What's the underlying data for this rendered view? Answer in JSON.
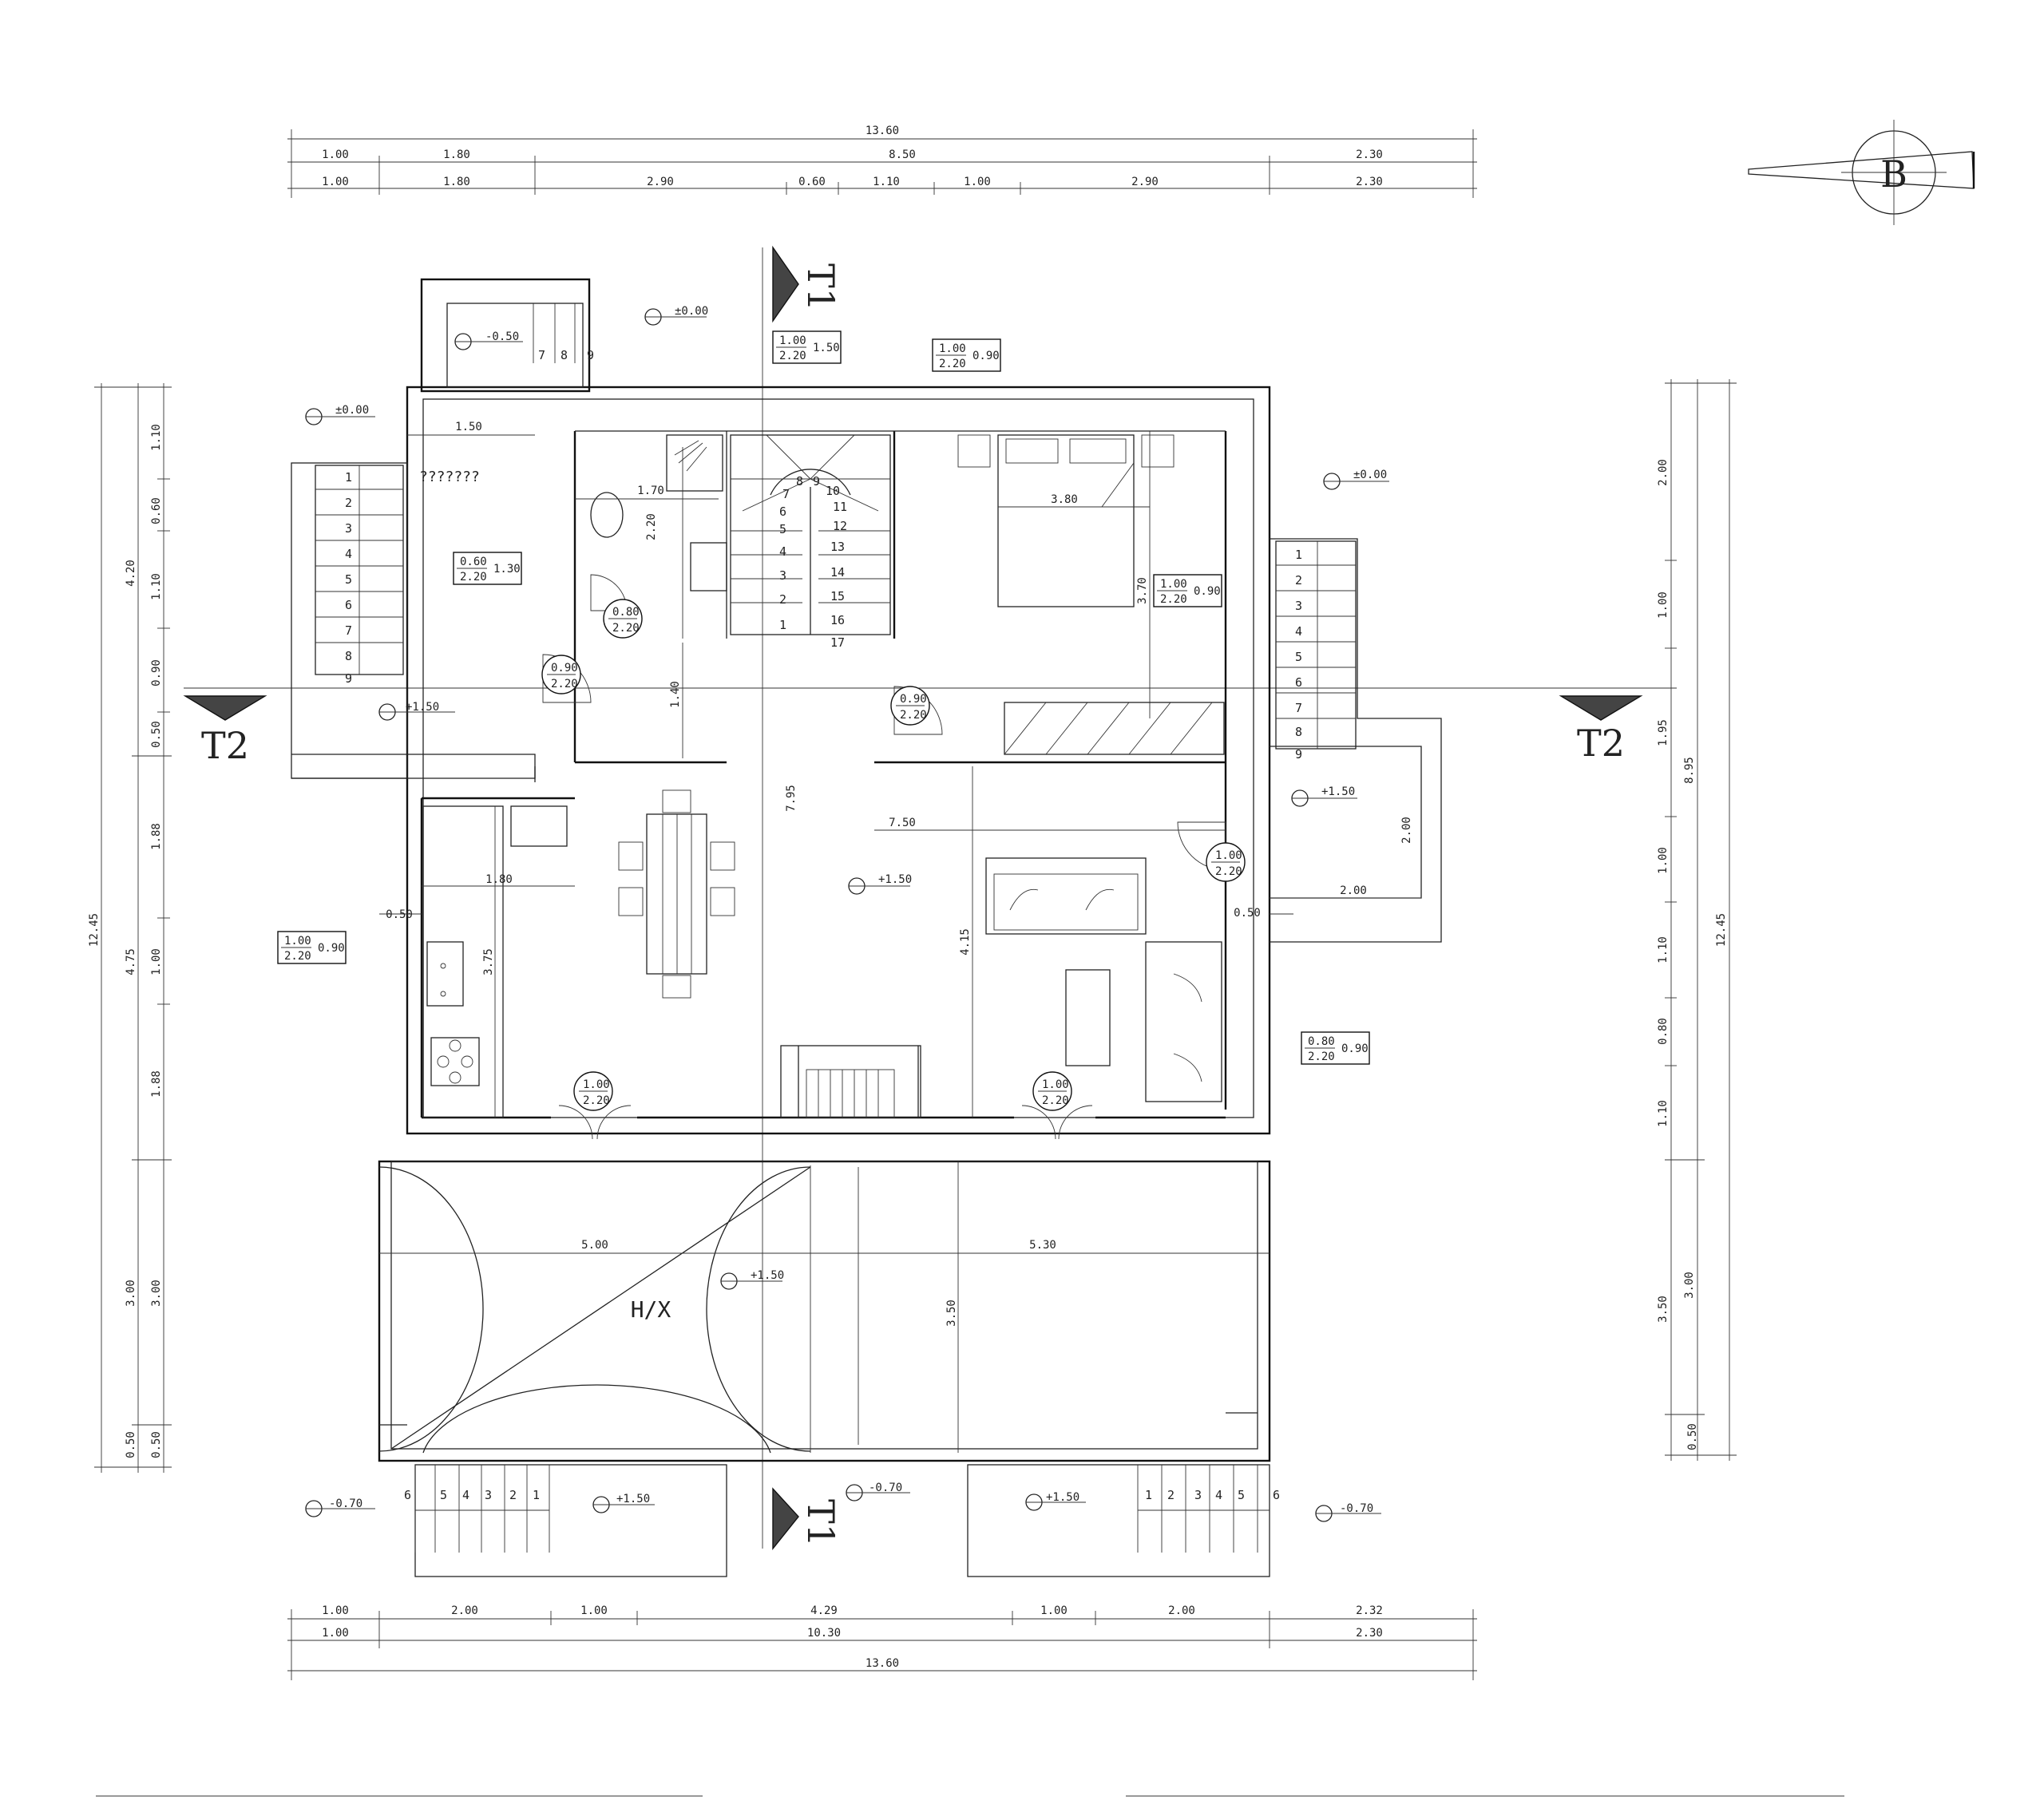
{
  "north_arrow": {
    "label": "B"
  },
  "sections": {
    "t1": "T1",
    "t2": "T2"
  },
  "dims_top": {
    "total": "13.60",
    "row2": [
      "1.00",
      "1.80",
      "8.50",
      "2.30"
    ],
    "row3": [
      "1.00",
      "1.80",
      "2.90",
      "0.60",
      "1.10",
      "1.00",
      "2.90",
      "2.30"
    ]
  },
  "dims_bottom": {
    "row1": [
      "1.00",
      "2.00",
      "1.00",
      "4.29",
      "1.00",
      "2.00",
      "2.32"
    ],
    "row2": [
      "1.00",
      "10.30",
      "2.30"
    ],
    "total": "13.60"
  },
  "dims_left": {
    "total": "12.45",
    "mid": [
      "4.20",
      "4.75",
      "3.00",
      "0.50"
    ],
    "inner": [
      "1.10",
      "0.60",
      "1.10",
      "0.90",
      "0.50",
      "1.88",
      "1.00",
      "1.88",
      "3.00",
      "0.50"
    ]
  },
  "dims_right": {
    "inner": [
      "2.00",
      "1.00",
      "1.95",
      "1.00",
      "1.10",
      "0.80",
      "1.10",
      "3.50",
      "0.50"
    ],
    "mid": [
      "8.95",
      "3.00"
    ],
    "total": "12.45"
  },
  "levels": [
    "±0.00",
    "-0.50",
    "±0.00",
    "+1.50",
    "±0.00",
    "+1.50",
    "+1.50",
    "+1.50",
    "-0.70",
    "+1.50",
    "-0.70",
    "+1.50",
    "-0.70"
  ],
  "room_label": "???????",
  "interior_dims": [
    "1.50",
    "1.70",
    "2.20",
    "1.40",
    "3.80",
    "3.70",
    "7.95",
    "7.50",
    "1.80",
    "3.75",
    "4.15",
    "0.50",
    "2.00",
    "2.00",
    "0.50",
    "5.00",
    "5.30",
    "3.50"
  ],
  "openings": [
    {
      "w": "1.00",
      "h": "2.20",
      "sill": "1.50"
    },
    {
      "w": "1.00",
      "h": "2.20",
      "sill": "0.90"
    },
    {
      "w": "0.60",
      "h": "2.20",
      "sill": "1.30"
    },
    {
      "w": "0.80",
      "h": "2.20",
      "sill": ""
    },
    {
      "w": "0.90",
      "h": "2.20",
      "sill": ""
    },
    {
      "w": "1.00",
      "h": "2.20",
      "sill": "0.90"
    },
    {
      "w": "0.90",
      "h": "2.20",
      "sill": ""
    },
    {
      "w": "1.00",
      "h": "2.20",
      "sill": ""
    },
    {
      "w": "1.00",
      "h": "2.20",
      "sill": "0.90"
    },
    {
      "w": "0.80",
      "h": "2.20",
      "sill": "0.90"
    },
    {
      "w": "1.00",
      "h": "2.20",
      "sill": ""
    },
    {
      "w": "1.00",
      "h": "2.20",
      "sill": ""
    }
  ],
  "porch_label": "H/X",
  "stairs": {
    "left": [
      "1",
      "2",
      "3",
      "4",
      "5",
      "6",
      "7",
      "8",
      "9"
    ],
    "top_small": [
      "7",
      "8",
      "9"
    ],
    "internal": [
      "1",
      "2",
      "3",
      "4",
      "5",
      "6",
      "7",
      "8",
      "9",
      "10",
      "11",
      "12",
      "13",
      "14",
      "15",
      "16",
      "17"
    ],
    "right": [
      "1",
      "2",
      "3",
      "4",
      "5",
      "6",
      "7",
      "8",
      "9"
    ],
    "bottom_left": [
      "6",
      "5",
      "4",
      "3",
      "2",
      "1"
    ],
    "bottom_right": [
      "1",
      "2",
      "3",
      "4",
      "5",
      "6"
    ]
  }
}
